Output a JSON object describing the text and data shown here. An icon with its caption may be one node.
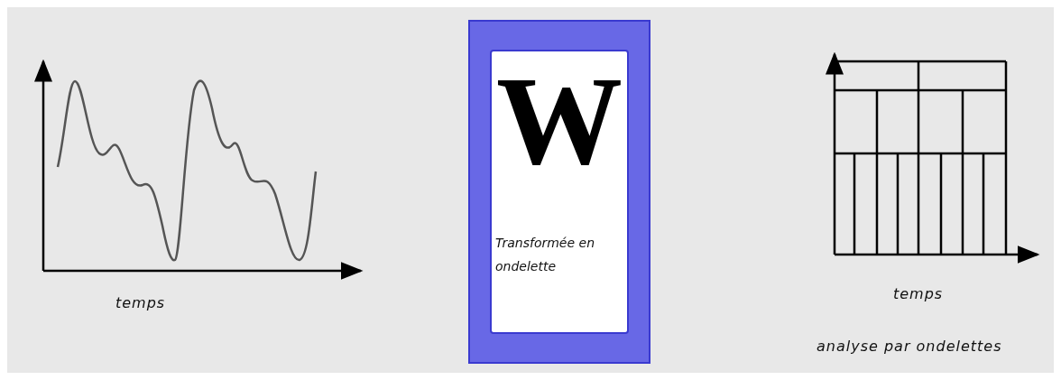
{
  "diagram": {
    "nodes": [
      {
        "text": [
          "W",
          "Transformée en ondelette"
        ]
      }
    ],
    "labels": [
      "temps",
      "temps",
      "analyse par ondelettes"
    ]
  }
}
